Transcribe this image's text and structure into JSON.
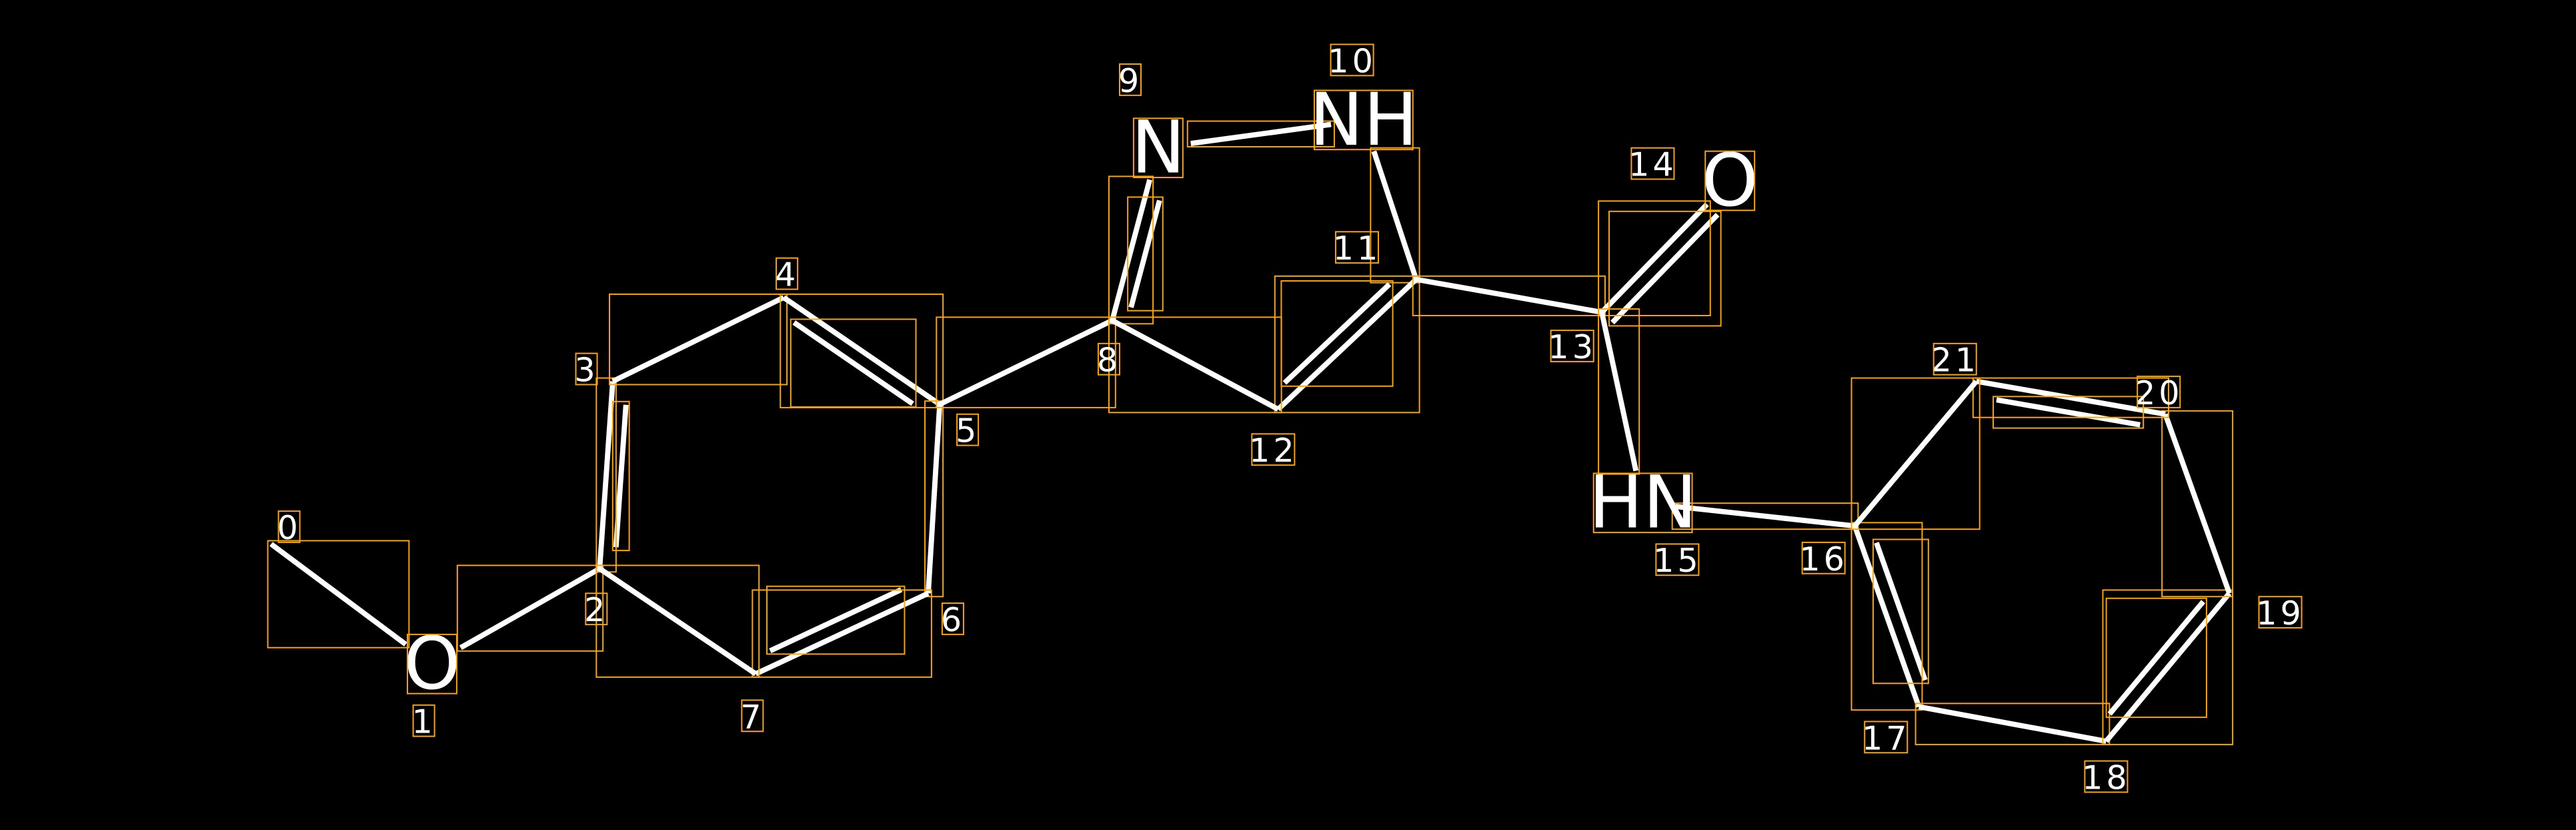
{
  "colors": {
    "background": "#000000",
    "bond": "#ffffff",
    "box": "#ffa500",
    "text": "#ffffff"
  },
  "atoms": [
    {
      "index": "0",
      "label": ""
    },
    {
      "index": "1",
      "label": "O"
    },
    {
      "index": "2",
      "label": ""
    },
    {
      "index": "3",
      "label": ""
    },
    {
      "index": "4",
      "label": ""
    },
    {
      "index": "5",
      "label": ""
    },
    {
      "index": "6",
      "label": ""
    },
    {
      "index": "7",
      "label": ""
    },
    {
      "index": "8",
      "label": ""
    },
    {
      "index": "9",
      "label": "N"
    },
    {
      "index": "10",
      "label": "NH"
    },
    {
      "index": "11",
      "label": ""
    },
    {
      "index": "12",
      "label": ""
    },
    {
      "index": "13",
      "label": ""
    },
    {
      "index": "14",
      "label": "O"
    },
    {
      "index": "15",
      "label": "HN"
    },
    {
      "index": "16",
      "label": ""
    },
    {
      "index": "17",
      "label": ""
    },
    {
      "index": "18",
      "label": ""
    },
    {
      "index": "19",
      "label": ""
    },
    {
      "index": "20",
      "label": ""
    },
    {
      "index": "21",
      "label": ""
    }
  ],
  "bonds": [
    {
      "a": 0,
      "b": 1,
      "order": 1
    },
    {
      "a": 1,
      "b": 2,
      "order": 1
    },
    {
      "a": 2,
      "b": 3,
      "order": 2
    },
    {
      "a": 3,
      "b": 4,
      "order": 1
    },
    {
      "a": 4,
      "b": 5,
      "order": 2
    },
    {
      "a": 5,
      "b": 6,
      "order": 1
    },
    {
      "a": 6,
      "b": 7,
      "order": 2
    },
    {
      "a": 7,
      "b": 2,
      "order": 1
    },
    {
      "a": 5,
      "b": 8,
      "order": 1
    },
    {
      "a": 8,
      "b": 9,
      "order": 2
    },
    {
      "a": 9,
      "b": 10,
      "order": 1
    },
    {
      "a": 10,
      "b": 11,
      "order": 1
    },
    {
      "a": 11,
      "b": 12,
      "order": 2
    },
    {
      "a": 12,
      "b": 8,
      "order": 1
    },
    {
      "a": 11,
      "b": 13,
      "order": 1
    },
    {
      "a": 13,
      "b": 14,
      "order": 2
    },
    {
      "a": 13,
      "b": 15,
      "order": 1
    },
    {
      "a": 15,
      "b": 16,
      "order": 1
    },
    {
      "a": 16,
      "b": 17,
      "order": 2
    },
    {
      "a": 17,
      "b": 18,
      "order": 1
    },
    {
      "a": 18,
      "b": 19,
      "order": 2
    },
    {
      "a": 19,
      "b": 20,
      "order": 1
    },
    {
      "a": 20,
      "b": 21,
      "order": 2
    },
    {
      "a": 21,
      "b": 16,
      "order": 1
    }
  ]
}
